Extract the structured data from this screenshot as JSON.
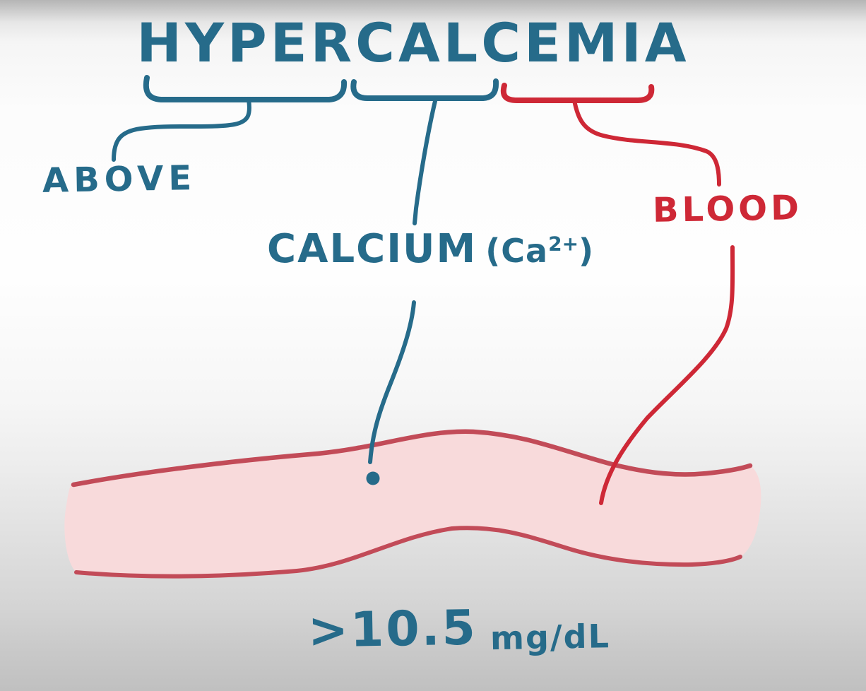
{
  "title": "HYPERCALCEMIA",
  "breakdown": {
    "hyper": {
      "root": "HYPER",
      "meaning": "ABOVE"
    },
    "calc": {
      "root": "CALC",
      "meaning": "CALCIUM",
      "formula_prefix": "(Ca",
      "formula_superscript": "2+",
      "formula_suffix": ")"
    },
    "emia": {
      "root": "EMIA",
      "meaning": "BLOOD"
    }
  },
  "threshold": {
    "value": ">10.5",
    "unit": "mg/dL"
  },
  "colors": {
    "teal": "#266b8a",
    "red": "#ce2836",
    "vessel_fill": "#f8dadb",
    "vessel_border": "#c24b58",
    "background_top": "#b5b5b5",
    "background_middle": "#fefefe",
    "background_bottom": "#c0c0c0"
  }
}
